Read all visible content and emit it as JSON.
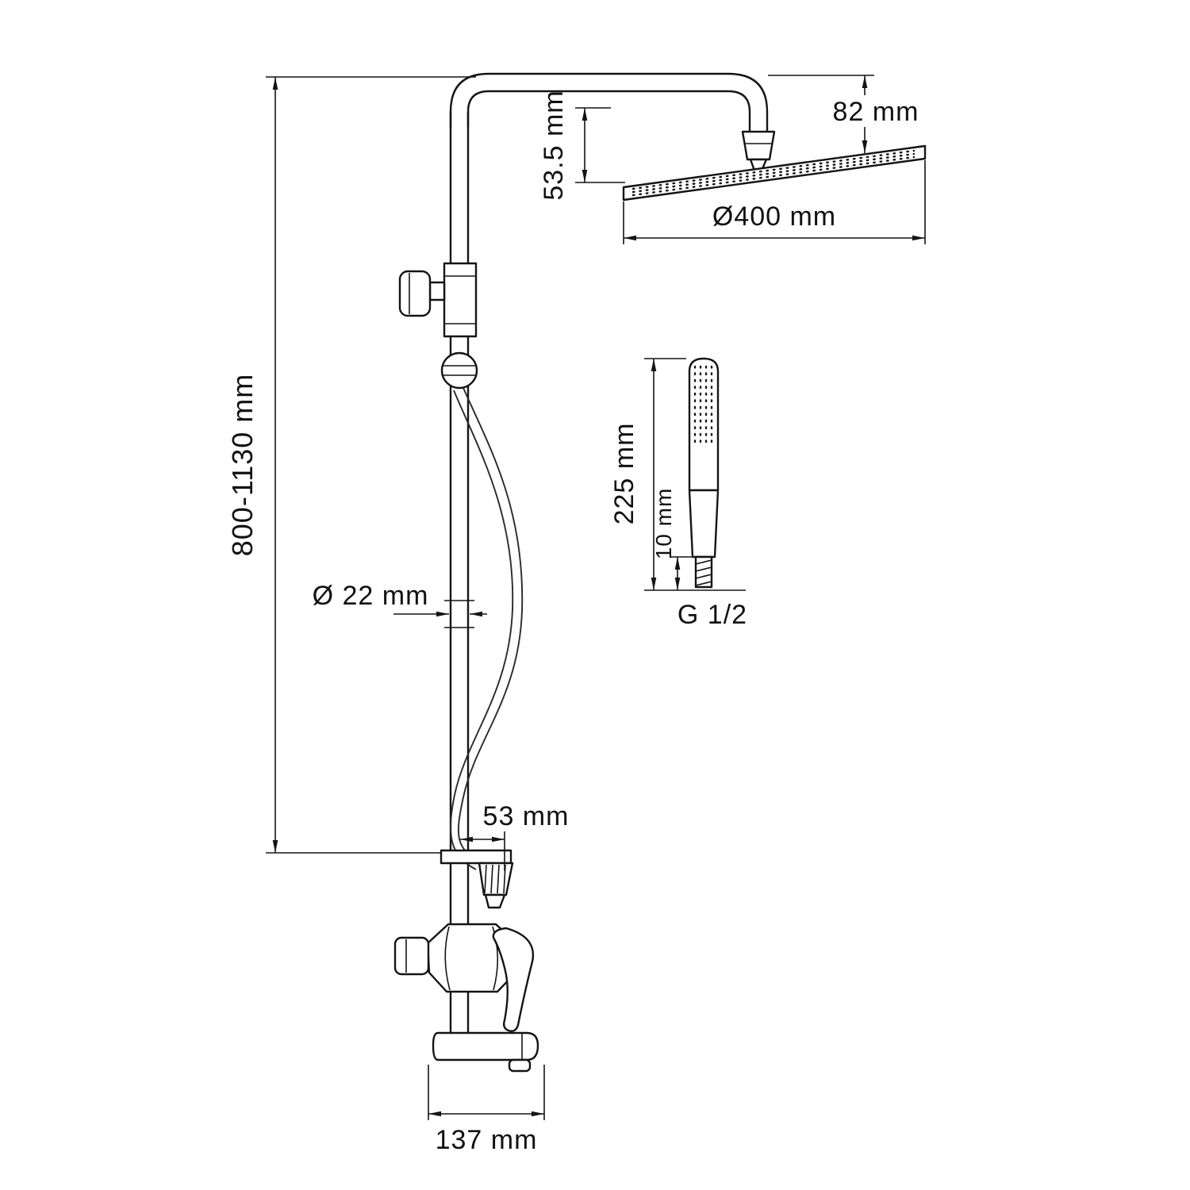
{
  "drawing": {
    "title": "shower-system-dimension-drawing",
    "dims": {
      "arm_drop": "82 mm",
      "head_offset": "53.5 mm",
      "head_diameter": "Ø400 mm",
      "column_height": "800-1130 mm",
      "pipe_diameter": "Ø 22 mm",
      "handshower_length": "225 mm",
      "handshower_thread_len": "10 mm",
      "thread": "G 1/2",
      "bottom_offset": "53 mm",
      "spout_reach": "137 mm"
    }
  }
}
